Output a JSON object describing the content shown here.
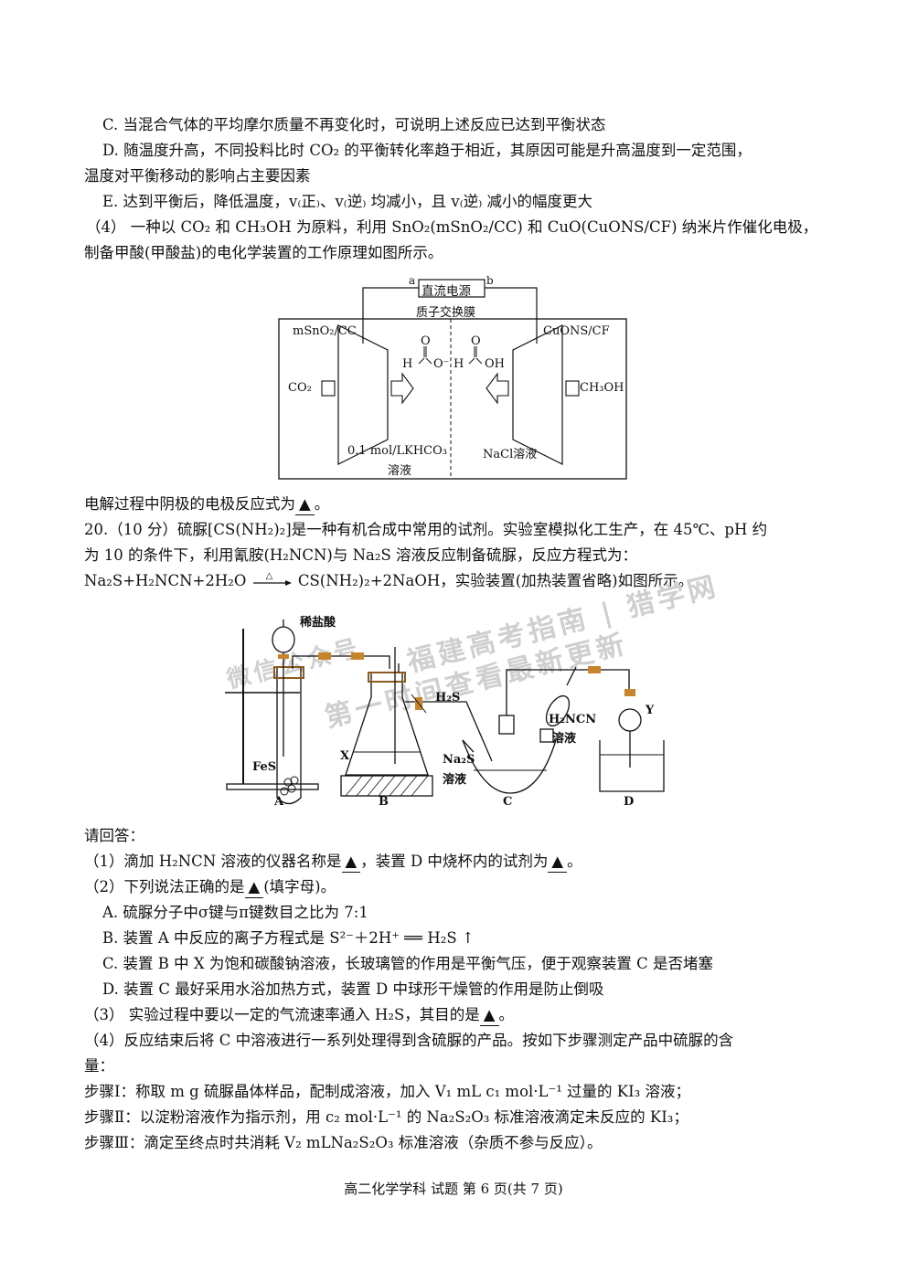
{
  "lines": {
    "c": "C. 当混合气体的平均摩尔质量不再变化时，可说明上述反应已达到平衡状态",
    "d1": "D. 随温度升高，不同投料比时 CO₂ 的平衡转化率趋于相近，其原因可能是升高温度到一定范围，",
    "d2": "温度对平衡移动的影响占主要因素",
    "e": "E. 达到平衡后，降低温度，v₍正₎、v₍逆₎ 均减小，且 v₍逆₎ 减小的幅度更大",
    "q4a": "（4） 一种以 CO₂ 和 CH₃OH 为原料，利用 SnO₂(mSnO₂/CC) 和 CuO(CuONS/CF) 纳米片作催化电极，",
    "q4b": "制备甲酸(甲酸盐)的电化学装置的工作原理如图所示。",
    "cathode": "电解过程中阴极的电极反应式为",
    "q20a": "20.（10 分）硫脲[CS(NH₂)₂]是一种有机合成中常用的试剂。实验室模拟化工生产，在 45℃、pH 约",
    "q20b": "为 10 的条件下，利用氰胺(H₂NCN)与 Na₂S 溶液反应制备硫脲，反应方程式为：",
    "eq_left": "Na₂S+H₂NCN+2H₂O",
    "eq_right": "CS(NH₂)₂+2NaOH，实验装置(加热装置省略)如图所示。",
    "eq_cond": "△",
    "ask": "请回答：",
    "s1a": "（1）滴加 H₂NCN 溶液的仪器名称是",
    "s1b": "，装置 D 中烧杯内的试剂为",
    "s1c": "。",
    "s2a": "（2）下列说法正确的是",
    "s2b": "(填字母)。",
    "oa": "A. 硫脲分子中σ键与π键数目之比为 7:1",
    "ob": "B. 装置 A 中反应的离子方程式是 S²⁻＋2H⁺ ══ H₂S ↑",
    "oc": "C. 装置 B 中 X 为饱和碳酸钠溶液，长玻璃管的作用是平衡气压，便于观察装置 C 是否堵塞",
    "od": "D. 装置 C 最好采用水浴加热方式，装置 D 中球形干燥管的作用是防止倒吸",
    "s3a": "（3） 实验过程中要以一定的气流速率通入 H₂S，其目的是",
    "s3b": "。",
    "s4a": "（4）反应结束后将 C 中溶液进行一系列处理得到含硫脲的产品。按如下步骤测定产品中硫脲的含",
    "s4b": "量：",
    "step1": "步骤Ⅰ：称取 m g 硫脲晶体样品，配制成溶液，加入 V₁ mL c₁ mol·L⁻¹ 过量的 KI₃ 溶液；",
    "step2": "步骤Ⅱ：以淀粉溶液作为指示剂，用 c₂ mol·L⁻¹ 的 Na₂S₂O₃ 标准溶液滴定未反应的 KI₃；",
    "step3": "步骤Ⅲ：滴定至终点时共消耗 V₂ mLNa₂S₂O₃ 标准溶液（杂质不参与反应）。",
    "blank": "▲"
  },
  "fig1": {
    "power": "直流电源",
    "a": "a",
    "b": "b",
    "membrane": "质子交换膜",
    "left_electrode": "mSnO₂/CC",
    "right_electrode": "CuONS/CF",
    "co2": "CO₂",
    "ch3oh": "CH₃OH",
    "left_sol1": "0.1 mol/LKHCO₃",
    "left_sol2": "溶液",
    "right_sol": "NaCl溶液",
    "mol_left_o": "O",
    "mol_left_h": "H",
    "mol_left_om": "O⁻",
    "mol_right_o": "O",
    "mol_right_h": "H",
    "mol_right_oh": "OH"
  },
  "fig2": {
    "hcl": "稀盐酸",
    "fes": "FeS",
    "x": "X",
    "h2s": "H₂S",
    "na2s1": "Na₂S",
    "na2s2": "溶液",
    "h2ncn1": "H₂NCN",
    "h2ncn2": "溶液",
    "y": "Y",
    "A": "A",
    "B": "B",
    "C": "C",
    "D": "D"
  },
  "watermark": {
    "line1": "福建高考指南 | 猎学网",
    "line2": "微信公众号",
    "line3": "第一时间查看最新更新"
  },
  "footer": "高二化学学科 试题  第 6 页(共 7 页)"
}
